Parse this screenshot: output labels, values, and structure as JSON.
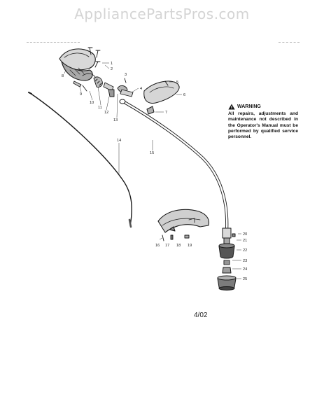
{
  "watermark": "AppliancePartsPros.com",
  "warning": {
    "title": "WARNING",
    "body": "All repairs, adjustments and maintenance not described in the Operator's Manual must be performed by qualified service personnel."
  },
  "date_code": "4/02",
  "callouts": [
    "1",
    "2",
    "3",
    "4",
    "5",
    "6",
    "7",
    "8",
    "9",
    "10",
    "11",
    "12",
    "13",
    "14",
    "15",
    "16",
    "17",
    "18",
    "19",
    "20",
    "21",
    "22",
    "23",
    "24",
    "25"
  ],
  "colors": {
    "ink": "#1a1a1a",
    "watermark": "#d4d4d4",
    "part_shade": "#9a9a9a"
  }
}
